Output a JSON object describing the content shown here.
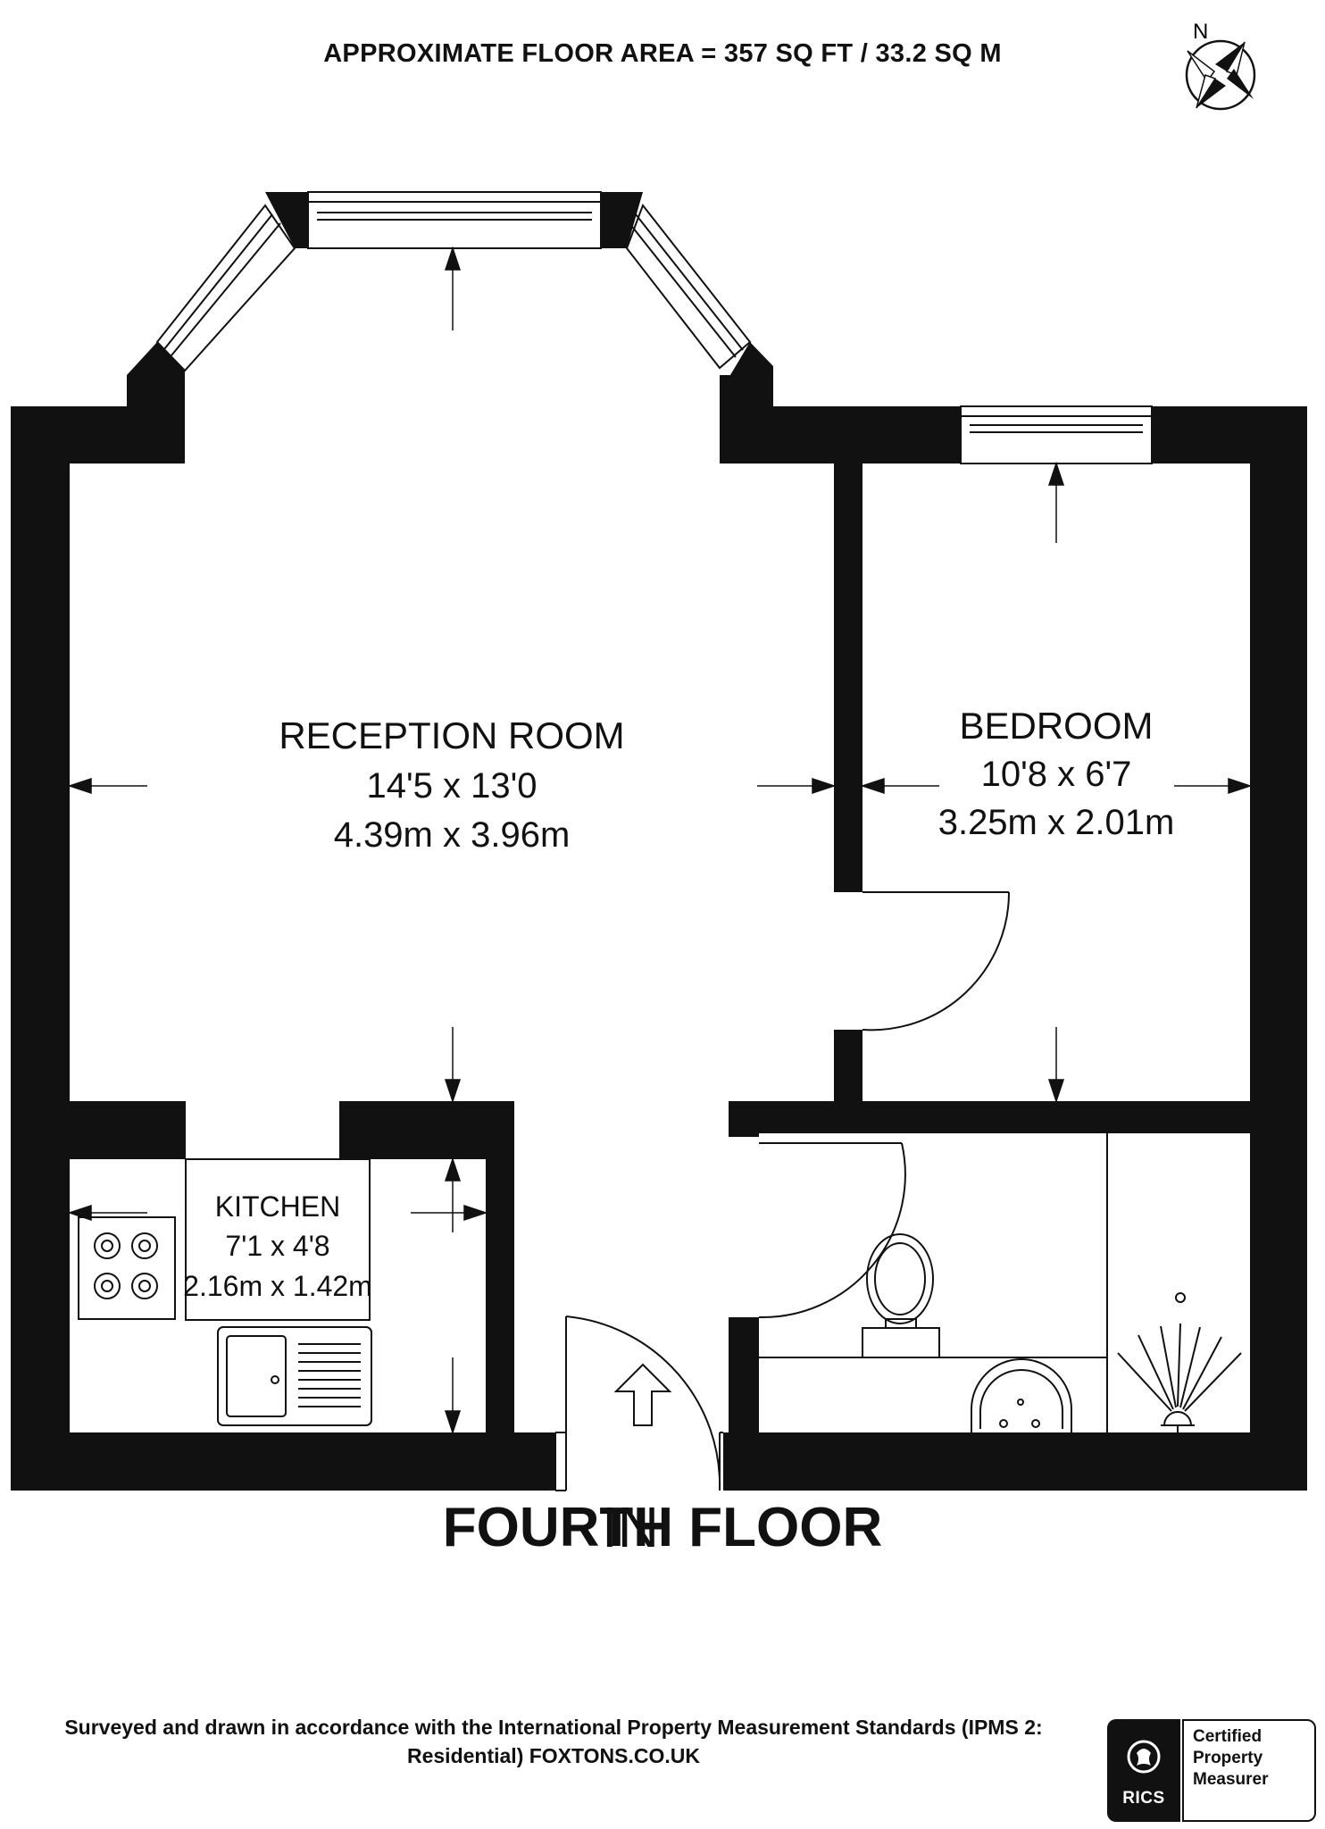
{
  "header": {
    "area_title": "APPROXIMATE FLOOR AREA = 357 SQ FT / 33.2 SQ M",
    "compass_label": "N"
  },
  "rooms": {
    "reception": {
      "name": "RECEPTION ROOM",
      "imperial": "14'5 x 13'0",
      "metric": "4.39m x 3.96m"
    },
    "bedroom": {
      "name": "BEDROOM",
      "imperial": "10'8 x 6'7",
      "metric": "3.25m x 2.01m"
    },
    "kitchen": {
      "name": "KITCHEN",
      "imperial": "7'1 x 4'8",
      "metric": "2.16m x 1.42m"
    }
  },
  "entrance_label": "IN",
  "floor_name": "FOURTH FLOOR",
  "footer": {
    "line1": "Surveyed and drawn in accordance with the International Property Measurement Standards (IPMS 2:",
    "line2": "Residential) FOXTONS.CO.UK"
  },
  "badge": {
    "org": "RICS",
    "lines": [
      "Certified",
      "Property",
      "Measurer"
    ]
  },
  "colors": {
    "wall": "#111111",
    "background": "#ffffff",
    "line": "#111111"
  }
}
